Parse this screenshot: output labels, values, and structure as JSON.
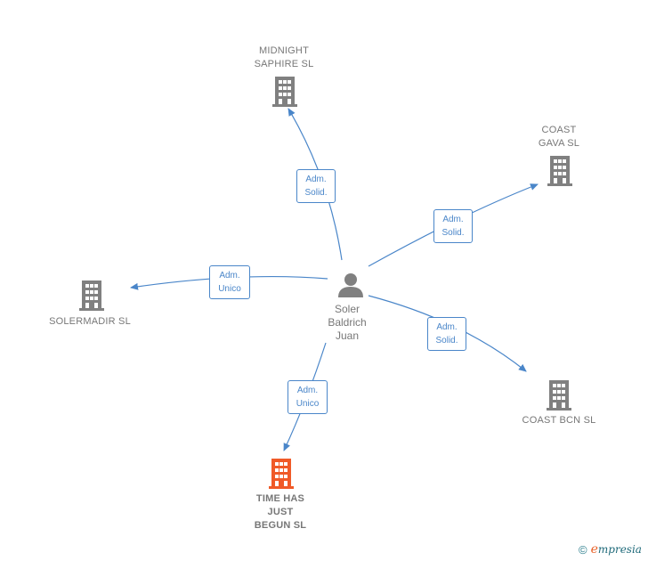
{
  "person": {
    "name": "Soler\nBaldrich\nJuan",
    "icon": "person-icon"
  },
  "companies": {
    "midnight": {
      "name": "MIDNIGHT\nSAPHIRE  SL",
      "icon": "building-icon",
      "color": "#808080"
    },
    "coast_gava": {
      "name": "COAST\nGAVA  SL",
      "icon": "building-icon",
      "color": "#808080"
    },
    "solermadir": {
      "name": "SOLERMADIR SL",
      "icon": "building-icon",
      "color": "#808080"
    },
    "coast_bcn": {
      "name": "COAST BCN SL",
      "icon": "building-icon",
      "color": "#808080"
    },
    "time_has_just_begun": {
      "name": "TIME HAS\nJUST\nBEGUN  SL",
      "icon": "building-icon",
      "color": "#f05a28"
    }
  },
  "relations": {
    "midnight": "Adm.\nSolid.",
    "coast_gava": "Adm.\nSolid.",
    "solermadir": "Adm.\nUnico",
    "coast_bcn": "Adm.\nSolid.",
    "time_has_just_begun": "Adm.\nUnico"
  },
  "colors": {
    "edge": "#4a86c9",
    "label_text": "#777777"
  },
  "footer": {
    "copyright": "©",
    "brand_e": "e",
    "brand_rest": "mpresia"
  }
}
